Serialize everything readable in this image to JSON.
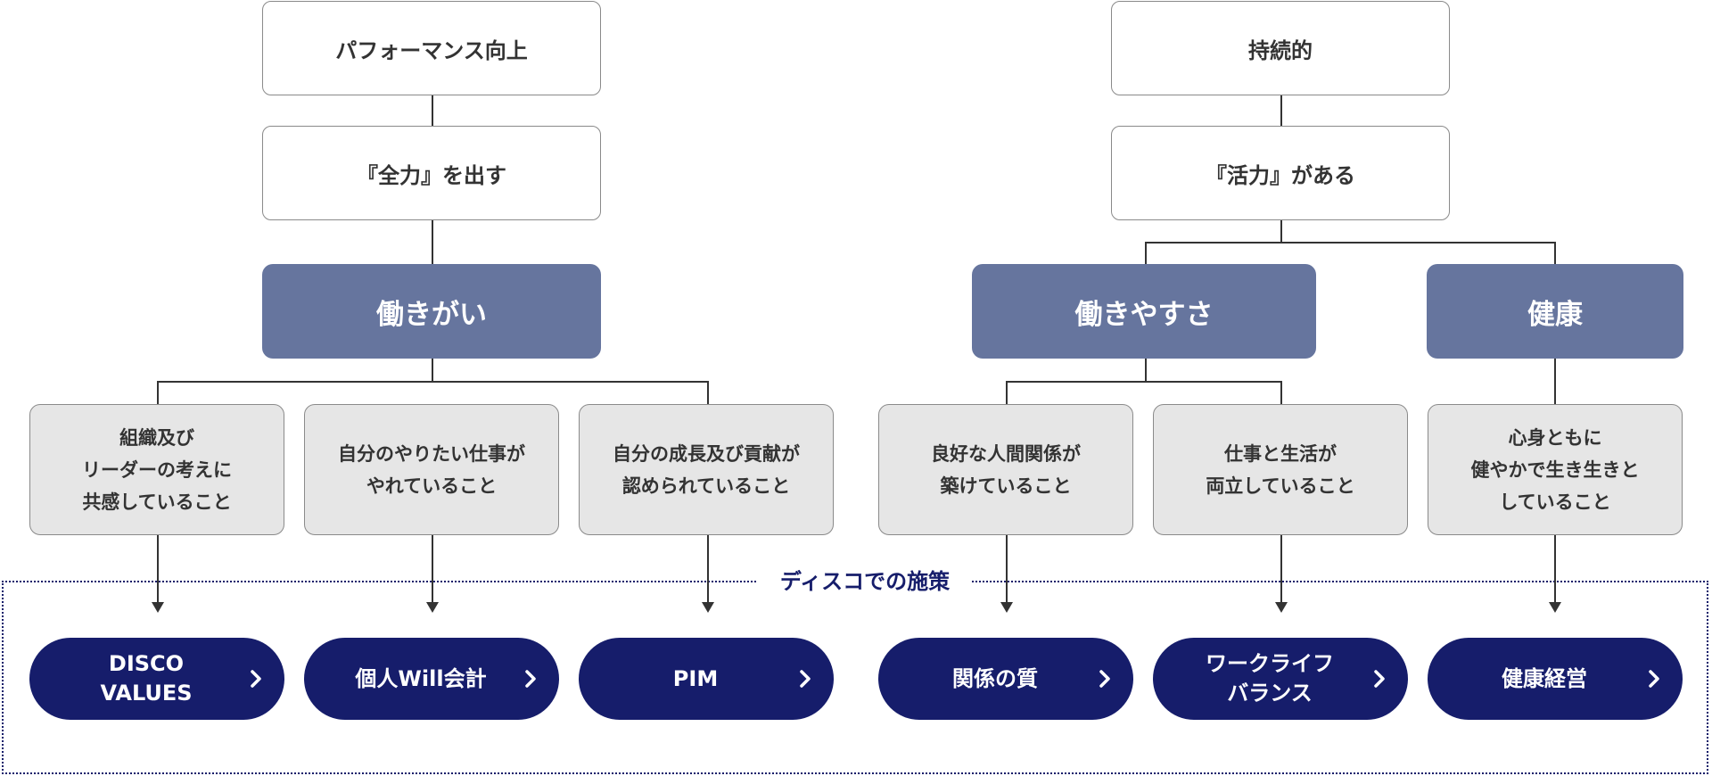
{
  "top": {
    "left_1": "パフォーマンス向上",
    "left_2": "『全力』を出す",
    "right_1": "持続的",
    "right_2": "『活力』がある"
  },
  "categories": {
    "hatarakigai": "働きがい",
    "hatarakiyasusa": "働きやすさ",
    "kenko": "健康"
  },
  "factors": [
    "組織及び\nリーダーの考えに\n共感していること",
    "自分のやりたい仕事が\nやれていること",
    "自分の成長及び貢献が\n認められていること",
    "良好な人間関係が\n築けていること",
    "仕事と生活が\n両立していること",
    "心身ともに\n健やかで生き生きと\nしていること"
  ],
  "section_label": "ディスコでの施策",
  "initiatives": [
    "DISCO\nVALUES",
    "個人Will会計",
    "PIM",
    "関係の質",
    "ワークライフ\nバランス",
    "健康経営"
  ],
  "colors": {
    "category_fill": "#66759e",
    "initiative_fill": "#161d6b",
    "factor_fill": "#e6e6e6"
  },
  "icons": {
    "initiative_arrow": "chevron-right-icon"
  }
}
